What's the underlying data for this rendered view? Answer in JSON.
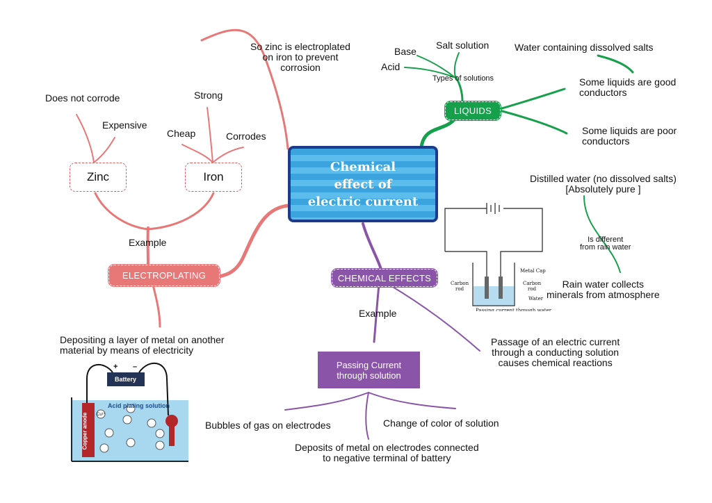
{
  "central": {
    "line1": "Chemical",
    "line2": "effect of",
    "line3": "electric current"
  },
  "electroplating": {
    "label": "ELECTROPLATING",
    "example": "Example",
    "zinc": "Zinc",
    "iron": "Iron",
    "does_not_corrode": "Does not corrode",
    "expensive": "Expensive",
    "strong": "Strong",
    "cheap": "Cheap",
    "corrodes": "Corrodes",
    "zinc_note_line1": "So zinc is electroplated",
    "zinc_note_line2": "on iron to prevent",
    "zinc_note_line3": "corrosion",
    "definition_line1": "Depositing a layer of metal on another",
    "definition_line2": "material by means of electricity",
    "figure": {
      "battery": "Battery",
      "plus": "+",
      "minus": "–",
      "solution": "Acid plating solution",
      "anode": "Copper anode",
      "ion": "Cu²⁺"
    }
  },
  "liquids": {
    "label": "LIQUIDS",
    "types": "Types of solutions",
    "base": "Base",
    "acid": "Acid",
    "salt_solution": "Salt solution",
    "water_salts": "Water containing dissolved salts",
    "good_line1": "Some liquids are good",
    "good_line2": "conductors",
    "poor_line1": "Some liquids are poor",
    "poor_line2": "conductors",
    "distilled_line1": "Distilled water (no dissolved salts)",
    "distilled_line2": "[Absolutely pure ]",
    "different_line1": "Is different",
    "different_line2": "from rain water",
    "rain_line1": "Rain water collects",
    "rain_line2": "minerals from atmosphere"
  },
  "chemical_effects": {
    "label": "CHEMICAL EFFECTS",
    "example": "Example",
    "passing_line1": "Passing Current",
    "passing_line2": "through solution",
    "passage_line1": "Passage of an electric current",
    "passage_line2": "through a conducting solution",
    "passage_line3": "causes chemical reactions",
    "bubbles": "Bubbles of gas on electrodes",
    "color_change": "Change of color of solution",
    "deposits_line1": "Deposits of metal on electrodes connected",
    "deposits_line2": "to negative terminal of battery",
    "figure": {
      "metal_cap": "Metal Cap",
      "carbon_rod_left_line1": "Carbon",
      "carbon_rod_left_line2": "rod",
      "carbon_rod_right_line1": "Carbon",
      "carbon_rod_right_line2": "rod",
      "water": "Water",
      "caption": "Passing current through water"
    }
  },
  "colors": {
    "electroplating": "#e87878",
    "liquids": "#17a04b",
    "chemical": "#8a55a8",
    "central_border": "#1e3a8a",
    "central_fill": "#3ba3dd"
  }
}
